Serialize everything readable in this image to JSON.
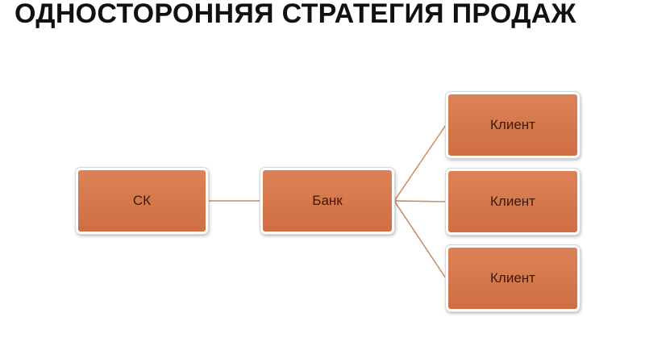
{
  "slide": {
    "title": "ОДНОСТОРОННЯЯ СТРАТЕГИЯ ПРОДАЖ"
  },
  "diagram": {
    "nodes": {
      "sk": "СК",
      "bank": "Банк",
      "client_1": "Клиент",
      "client_2": "Клиент",
      "client_3": "Клиент"
    },
    "colors": {
      "box_fill": "#d4764a",
      "box_border": "#ffffff",
      "connector": "#c98a62",
      "label": "#3b1a0a"
    }
  }
}
